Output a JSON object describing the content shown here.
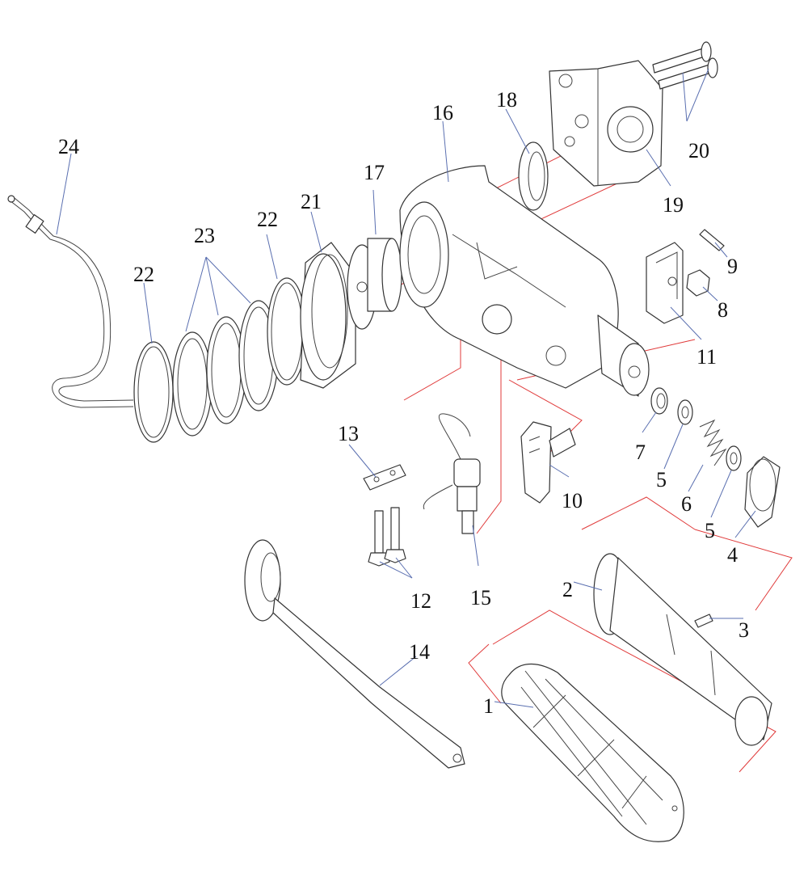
{
  "callouts": {
    "c1": "1",
    "c2": "2",
    "c3": "3",
    "c4": "4",
    "c5a": "5",
    "c5b": "5",
    "c6": "6",
    "c7": "7",
    "c8": "8",
    "c9": "9",
    "c10": "10",
    "c11": "11",
    "c12": "12",
    "c13": "13",
    "c14": "14",
    "c15": "15",
    "c16": "16",
    "c17": "17",
    "c18": "18",
    "c19": "19",
    "c20": "20",
    "c21": "21",
    "c22a": "22",
    "c22b": "22",
    "c23": "23",
    "c24": "24"
  },
  "colors": {
    "outline": "#333333",
    "leader": "#5a6fb0",
    "axis": "#e03a3a"
  }
}
